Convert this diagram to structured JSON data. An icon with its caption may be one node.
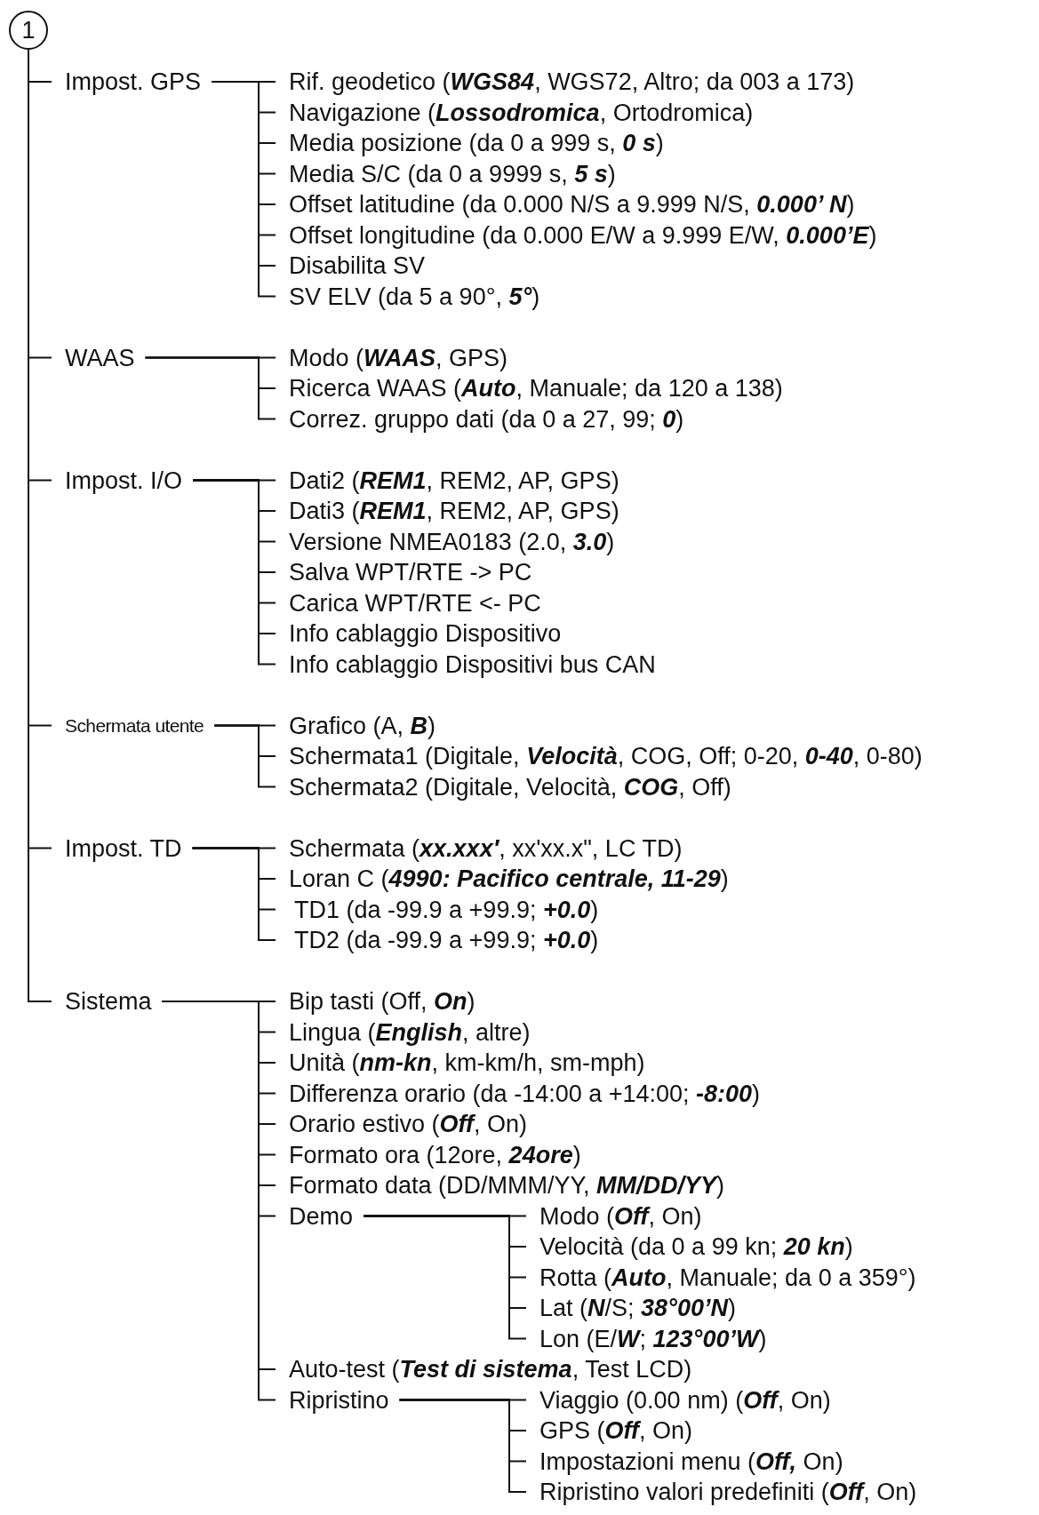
{
  "diagram": {
    "nodes": [
      {
        "text": [
          "1"
        ]
      },
      {
        "text": [
          "Impost. GPS"
        ]
      },
      {
        "text": [
          "Rif. geodetico (**WGS84**, WGS72, Altro; da 003 a 173)"
        ]
      },
      {
        "text": [
          "Navigazione (**Lossodromica**, Ortodromica)"
        ]
      },
      {
        "text": [
          "Media posizione (da 0 a 999 s, **0 s**)"
        ]
      },
      {
        "text": [
          "Media S/C (da 0 a 9999 s, **5 s**)"
        ]
      },
      {
        "text": [
          "Offset latitudine (da 0.000 N/S a 9.999 N/S, **0.000’ N**)"
        ]
      },
      {
        "text": [
          "Offset longitudine (da 0.000 E/W a 9.999 E/W, **0.000’E**)"
        ]
      },
      {
        "text": [
          "Disabilita SV"
        ]
      },
      {
        "text": [
          "SV ELV (da 5 a 90°, **5°**)"
        ]
      },
      {
        "text": [
          "WAAS"
        ]
      },
      {
        "text": [
          "Modo (**WAAS**, GPS)"
        ]
      },
      {
        "text": [
          "Ricerca WAAS (**Auto**, Manuale; da 120 a 138)"
        ]
      },
      {
        "text": [
          "Correz. gruppo dati (da 0 a 27, 99; **0**)"
        ]
      },
      {
        "text": [
          "Impost. I/O"
        ]
      },
      {
        "text": [
          "Dati2 (**REM1**, REM2, AP, GPS)"
        ]
      },
      {
        "text": [
          "Dati3 (**REM1**, REM2, AP, GPS)"
        ]
      },
      {
        "text": [
          "Versione NMEA0183 (2.0, **3.0**)"
        ]
      },
      {
        "text": [
          "Salva WPT/RTE -> PC"
        ]
      },
      {
        "text": [
          "Carica WPT/RTE <- PC"
        ]
      },
      {
        "text": [
          "Info cablaggio Dispositivo"
        ]
      },
      {
        "text": [
          "Info cablaggio Dispositivi bus CAN"
        ]
      },
      {
        "text": [
          "Schermata utente"
        ]
      },
      {
        "text": [
          "Grafico (A, **B**)"
        ]
      },
      {
        "text": [
          "Schermata1 (Digitale, **Velocità**, COG, Off; 0-20, **0-40**, 0-80)"
        ]
      },
      {
        "text": [
          "Schermata2 (Digitale, Velocità, **COG**, Off)"
        ]
      },
      {
        "text": [
          "Impost. TD"
        ]
      },
      {
        "text": [
          "Schermata (**xx.xxx′**, xx'xx.x\", LC TD)"
        ]
      },
      {
        "text": [
          "Loran C (**4990: Pacifico centrale, 11-29**)"
        ]
      },
      {
        "text": [
          "TD1 (da -99.9 a +99.9; **+0.0**)"
        ]
      },
      {
        "text": [
          "TD2 (da -99.9 a +99.9; **+0.0**)"
        ]
      },
      {
        "text": [
          "Sistema"
        ]
      },
      {
        "text": [
          "Bip tasti (Off, **On**)"
        ]
      },
      {
        "text": [
          "Lingua (**English**, altre)"
        ]
      },
      {
        "text": [
          "Unità (**nm-kn**, km-km/h, sm-mph)"
        ]
      },
      {
        "text": [
          "Differenza orario (da -14:00 a +14:00; **-8:00**)"
        ]
      },
      {
        "text": [
          "Orario estivo (**Off**, On)"
        ]
      },
      {
        "text": [
          "Formato ora (12ore, **24ore**)"
        ]
      },
      {
        "text": [
          "Formato data (DD/MMM/YY, **MM/DD/YY**)"
        ]
      },
      {
        "text": [
          "Demo"
        ]
      },
      {
        "text": [
          "Modo (**Off**, On)"
        ]
      },
      {
        "text": [
          "Velocità (da 0 a 99 kn; **20 kn**)"
        ]
      },
      {
        "text": [
          "Rotta (**Auto**, Manuale; da 0 a 359°)"
        ]
      },
      {
        "text": [
          "Lat (**N**/S; **38°00’N**)"
        ]
      },
      {
        "text": [
          "Lon (E/**W**; **123°00’W**)"
        ]
      },
      {
        "text": [
          "Auto-test (**Test di sistema**, Test LCD)"
        ]
      },
      {
        "text": [
          "Ripristino"
        ]
      },
      {
        "text": [
          "Viaggio (0.00 nm) (**Off**, On)"
        ]
      },
      {
        "text": [
          "GPS (**Off**, On)"
        ]
      },
      {
        "text": [
          "Impostazioni menu (**Off,** On)"
        ]
      },
      {
        "text": [
          "Ripristino valori predefiniti (**Off**, On)"
        ]
      }
    ],
    "edges": [
      {
        "from": 0,
        "to": 1,
        "arrow": "none"
      },
      {
        "from": 1,
        "to": 2,
        "arrow": "none"
      },
      {
        "from": 1,
        "to": 3,
        "arrow": "none"
      },
      {
        "from": 1,
        "to": 4,
        "arrow": "none"
      },
      {
        "from": 1,
        "to": 5,
        "arrow": "none"
      },
      {
        "from": 1,
        "to": 6,
        "arrow": "none"
      },
      {
        "from": 1,
        "to": 7,
        "arrow": "none"
      },
      {
        "from": 1,
        "to": 8,
        "arrow": "none"
      },
      {
        "from": 1,
        "to": 9,
        "arrow": "none"
      },
      {
        "from": 0,
        "to": 10,
        "arrow": "none"
      },
      {
        "from": 10,
        "to": 11,
        "arrow": "none"
      },
      {
        "from": 10,
        "to": 12,
        "arrow": "none"
      },
      {
        "from": 10,
        "to": 13,
        "arrow": "none"
      },
      {
        "from": 0,
        "to": 14,
        "arrow": "none"
      },
      {
        "from": 14,
        "to": 15,
        "arrow": "none"
      },
      {
        "from": 14,
        "to": 16,
        "arrow": "none"
      },
      {
        "from": 14,
        "to": 17,
        "arrow": "none"
      },
      {
        "from": 14,
        "to": 18,
        "arrow": "none"
      },
      {
        "from": 14,
        "to": 19,
        "arrow": "none"
      },
      {
        "from": 14,
        "to": 20,
        "arrow": "none"
      },
      {
        "from": 14,
        "to": 21,
        "arrow": "none"
      },
      {
        "from": 0,
        "to": 22,
        "arrow": "none"
      },
      {
        "from": 22,
        "to": 23,
        "arrow": "none"
      },
      {
        "from": 22,
        "to": 24,
        "arrow": "none"
      },
      {
        "from": 22,
        "to": 25,
        "arrow": "none"
      },
      {
        "from": 0,
        "to": 26,
        "arrow": "none"
      },
      {
        "from": 26,
        "to": 27,
        "arrow": "none"
      },
      {
        "from": 26,
        "to": 28,
        "arrow": "none"
      },
      {
        "from": 26,
        "to": 29,
        "arrow": "none"
      },
      {
        "from": 26,
        "to": 30,
        "arrow": "none"
      },
      {
        "from": 0,
        "to": 31,
        "arrow": "none"
      },
      {
        "from": 31,
        "to": 32,
        "arrow": "none"
      },
      {
        "from": 31,
        "to": 33,
        "arrow": "none"
      },
      {
        "from": 31,
        "to": 34,
        "arrow": "none"
      },
      {
        "from": 31,
        "to": 35,
        "arrow": "none"
      },
      {
        "from": 31,
        "to": 36,
        "arrow": "none"
      },
      {
        "from": 31,
        "to": 37,
        "arrow": "none"
      },
      {
        "from": 31,
        "to": 38,
        "arrow": "none"
      },
      {
        "from": 31,
        "to": 39,
        "arrow": "none"
      },
      {
        "from": 39,
        "to": 40,
        "arrow": "none"
      },
      {
        "from": 39,
        "to": 41,
        "arrow": "none"
      },
      {
        "from": 39,
        "to": 42,
        "arrow": "none"
      },
      {
        "from": 39,
        "to": 43,
        "arrow": "none"
      },
      {
        "from": 39,
        "to": 44,
        "arrow": "none"
      },
      {
        "from": 31,
        "to": 45,
        "arrow": "none"
      },
      {
        "from": 31,
        "to": 46,
        "arrow": "none"
      },
      {
        "from": 46,
        "to": 47,
        "arrow": "none"
      },
      {
        "from": 46,
        "to": 48,
        "arrow": "none"
      },
      {
        "from": 46,
        "to": 49,
        "arrow": "none"
      },
      {
        "from": 46,
        "to": 50,
        "arrow": "none"
      }
    ]
  }
}
